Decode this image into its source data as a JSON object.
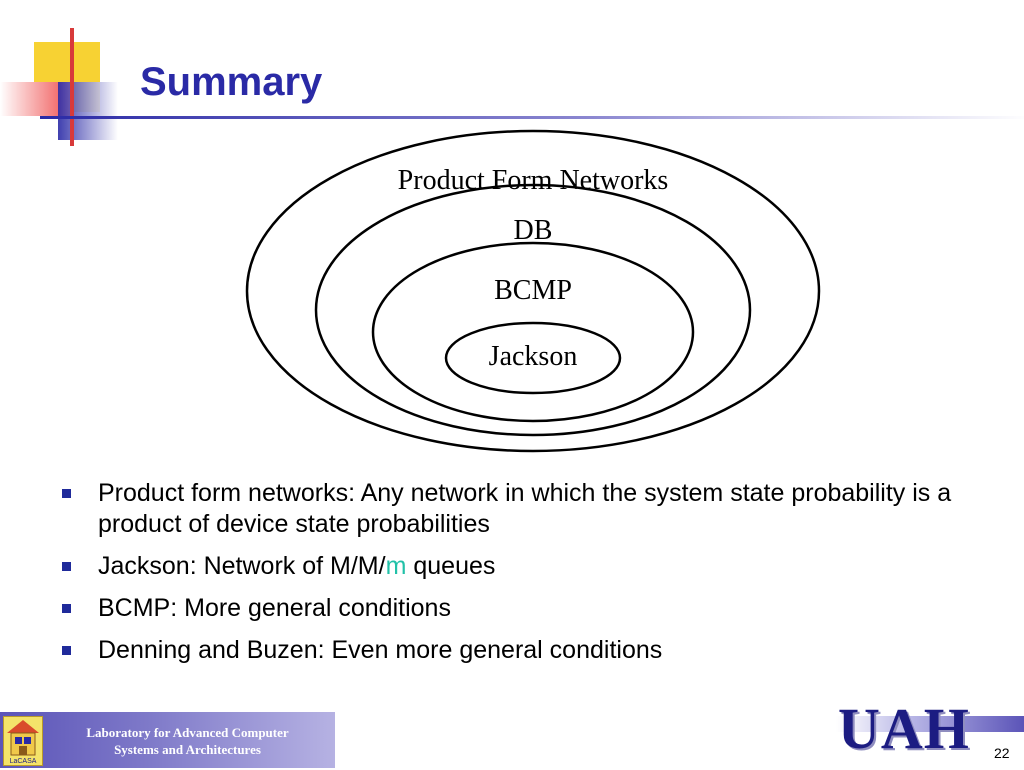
{
  "slide": {
    "title": "Summary",
    "page_number": "22"
  },
  "diagram": {
    "rings": [
      {
        "label": "Product Form Networks"
      },
      {
        "label": "DB"
      },
      {
        "label": "BCMP"
      },
      {
        "label": "Jackson"
      }
    ]
  },
  "bullets": [
    {
      "text": "Product form networks: Any network in which the system state probability is a product of device state probabilities"
    },
    {
      "before": "Jackson: Network of M/M/",
      "accent": "m",
      "after": " queues",
      "accent_color": "#22c1a8"
    },
    {
      "text": "BCMP: More general conditions"
    },
    {
      "text": "Denning and Buzen: Even more general conditions"
    }
  ],
  "footer": {
    "lab_line1": "Laboratory for Advanced Computer",
    "lab_line2": "Systems and Architectures",
    "lab_logo_text": "LaCASA",
    "university_logo": "UAH"
  },
  "colors": {
    "title": "#2a2aa6",
    "bullet_square": "#1f2a9a",
    "footer_band": "#5b54b8"
  }
}
